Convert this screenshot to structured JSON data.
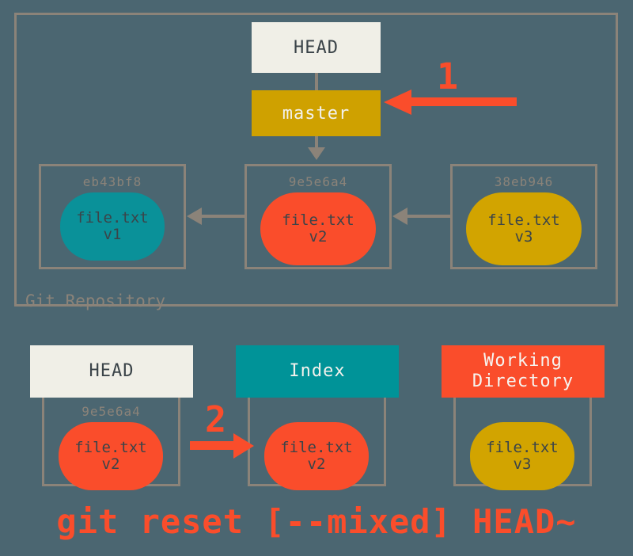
{
  "diagram": {
    "title": "git reset [--mixed] HEAD~",
    "background_color": "#4b6671",
    "frame_color": "#8b8379",
    "accent_color": "#fa4d2b",
    "caption": "git reset [--mixed] HEAD~"
  },
  "repository": {
    "label": "Git Repository",
    "head": {
      "label": "HEAD"
    },
    "branch": {
      "label": "master",
      "color": "#cfa100"
    },
    "commits": [
      {
        "hash": "eb43bf8",
        "file": "file.txt",
        "version": "v1",
        "color": "#0a9199"
      },
      {
        "hash": "9e5e6a4",
        "file": "file.txt",
        "version": "v2",
        "color": "#fa4d2b"
      },
      {
        "hash": "38eb946",
        "file": "file.txt",
        "version": "v3",
        "color": "#d2a400"
      }
    ]
  },
  "annotations": {
    "step_one": "1",
    "step_two": "2"
  },
  "areas": [
    {
      "name": "HEAD",
      "header_color": "#f0efe7",
      "hash": "9e5e6a4",
      "file": "file.txt",
      "version": "v2",
      "blob_color": "#fa4d2b"
    },
    {
      "name": "Index",
      "header_color": "#009398",
      "hash": "",
      "file": "file.txt",
      "version": "v2",
      "blob_color": "#fa4d2b"
    },
    {
      "name": "Working\nDirectory",
      "name_line1": "Working",
      "name_line2": "Directory",
      "header_color": "#fa4d2b",
      "hash": "",
      "file": "file.txt",
      "version": "v3",
      "blob_color": "#d2a400"
    }
  ]
}
